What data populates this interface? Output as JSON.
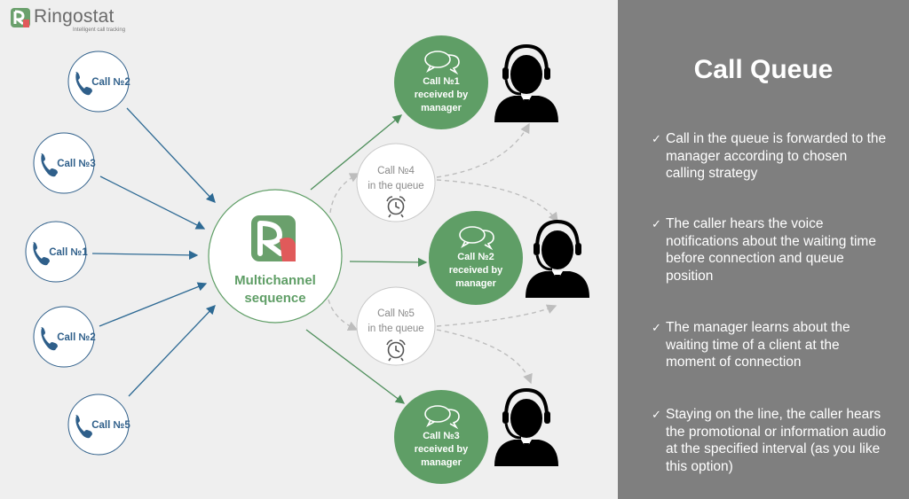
{
  "brand": {
    "name": "Ringostat",
    "tagline": "Intelligent call tracking",
    "logo_colors": [
      "#6aa06c",
      "#e05a5a"
    ]
  },
  "colors": {
    "green": "#5f9e66",
    "blue_outline": "#2f5f8a",
    "arrow_blue": "#2e6a94",
    "arrow_green": "#4f8f5c",
    "dashed": "#bdbdbd",
    "panel_bg": "#7f7f7f"
  },
  "incoming_calls": [
    {
      "label": "Call №2",
      "icon": "phone-icon"
    },
    {
      "label": "Call №3",
      "icon": "phone-icon"
    },
    {
      "label": "Call №1",
      "icon": "phone-icon"
    },
    {
      "label": "Call №2",
      "icon": "phone-icon"
    },
    {
      "label": "Call №5",
      "icon": "phone-icon"
    }
  ],
  "center": {
    "line1": "Multichannel",
    "line2": "sequence",
    "icon": "ringostat-logo-icon"
  },
  "queue": [
    {
      "line1": "Call №4",
      "line2": "in the queue",
      "icon": "alarm-clock-icon"
    },
    {
      "line1": "Call №5",
      "line2": "in the queue",
      "icon": "alarm-clock-icon"
    }
  ],
  "received": [
    {
      "line1": "Call №1",
      "line2": "received by",
      "line3": "manager",
      "icon": "chat-bubbles-icon"
    },
    {
      "line1": "Call №2",
      "line2": "received by",
      "line3": "manager",
      "icon": "chat-bubbles-icon"
    },
    {
      "line1": "Call №3",
      "line2": "received by",
      "line3": "manager",
      "icon": "chat-bubbles-icon"
    }
  ],
  "managers_icon": "headset-manager-icon",
  "panel": {
    "title": "Call Queue",
    "bullets": [
      "Call in the queue is forwarded to the manager according to chosen calling strategy",
      "The caller hears the voice notifications about the waiting time before connection and queue position",
      "The manager learns about the waiting time of a client at the moment of connection",
      "Staying on the line, the caller hears the promotional or information audio at the specified interval (as you like this option)"
    ],
    "check_glyph": "✓"
  }
}
